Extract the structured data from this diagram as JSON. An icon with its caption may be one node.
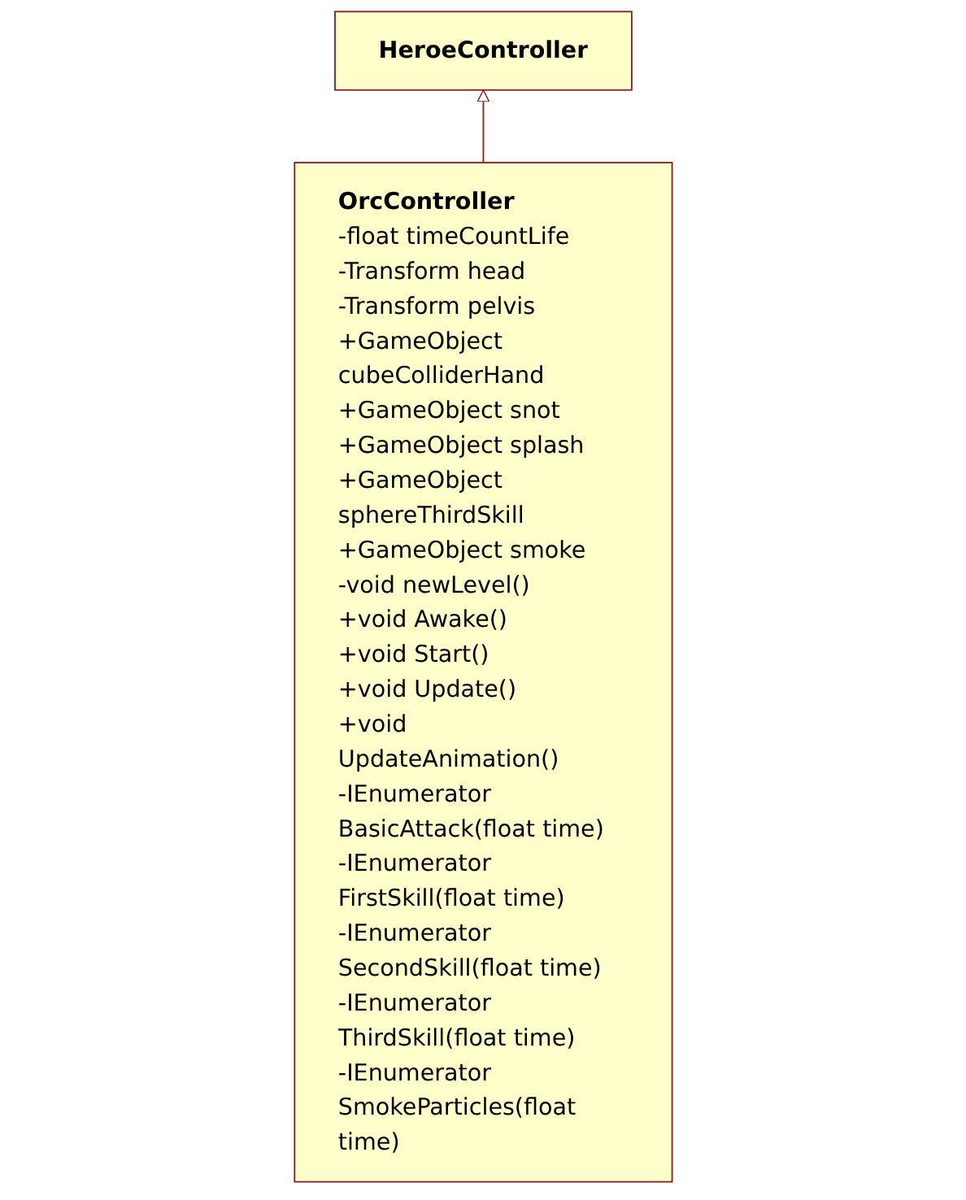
{
  "diagram": {
    "nodes": [
      {
        "text": [
          "HeroeController"
        ]
      },
      {
        "text": [
          "OrcController",
          "-float timeCountLife",
          "-Transform head",
          "-Transform pelvis",
          "+GameObject cubeColliderHand",
          "+GameObject snot",
          "+GameObject splash",
          "+GameObject sphereThirdSkill",
          "+GameObject smoke",
          "-void newLevel()",
          "+void Awake()",
          "+void Start()",
          "+void Update()",
          "+void UpdateAnimation()",
          "-IEnumerator BasicAttack(float time)",
          "-IEnumerator FirstSkill(float time)",
          "-IEnumerator SecondSkill(float time)",
          "-IEnumerator ThirdSkill(float time)",
          "-IEnumerator SmokeParticles(float time)"
        ]
      }
    ],
    "edges": [
      {
        "from": 1,
        "to": 0,
        "arrow": "to"
      }
    ]
  }
}
